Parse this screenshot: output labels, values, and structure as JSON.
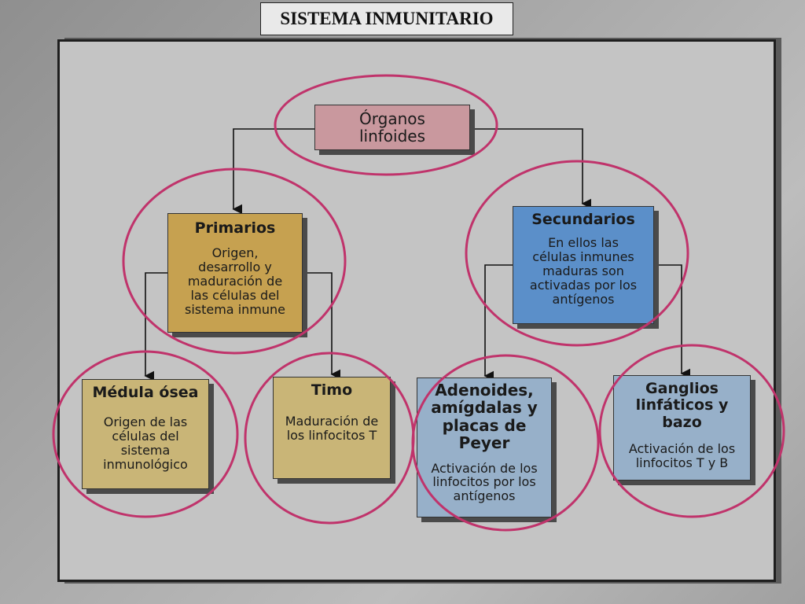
{
  "title": "SISTEMA INMUNITARIO",
  "colors": {
    "circle": "#c0336b",
    "connector": "#111111"
  },
  "nodes": {
    "root": {
      "heading": "Órganos linfoides"
    },
    "primarios": {
      "heading": "Primarios",
      "body": "Origen, desarrollo y maduración de las células del sistema inmune"
    },
    "secundarios": {
      "heading": "Secundarios",
      "body": "En ellos las células inmunes maduras son activadas por los antígenos"
    },
    "medula": {
      "heading": "Médula ósea",
      "body": "Origen de las células del sistema inmunológico"
    },
    "timo": {
      "heading": "Timo",
      "body": "Maduración de los linfocitos T"
    },
    "adenoides": {
      "heading": "Adenoides, amígdalas y placas de Peyer",
      "body": "Activación de los linfocitos por los antígenos"
    },
    "ganglios": {
      "heading": "Ganglios linfáticos y bazo",
      "body": "Activación de los linfocitos T y B"
    }
  }
}
